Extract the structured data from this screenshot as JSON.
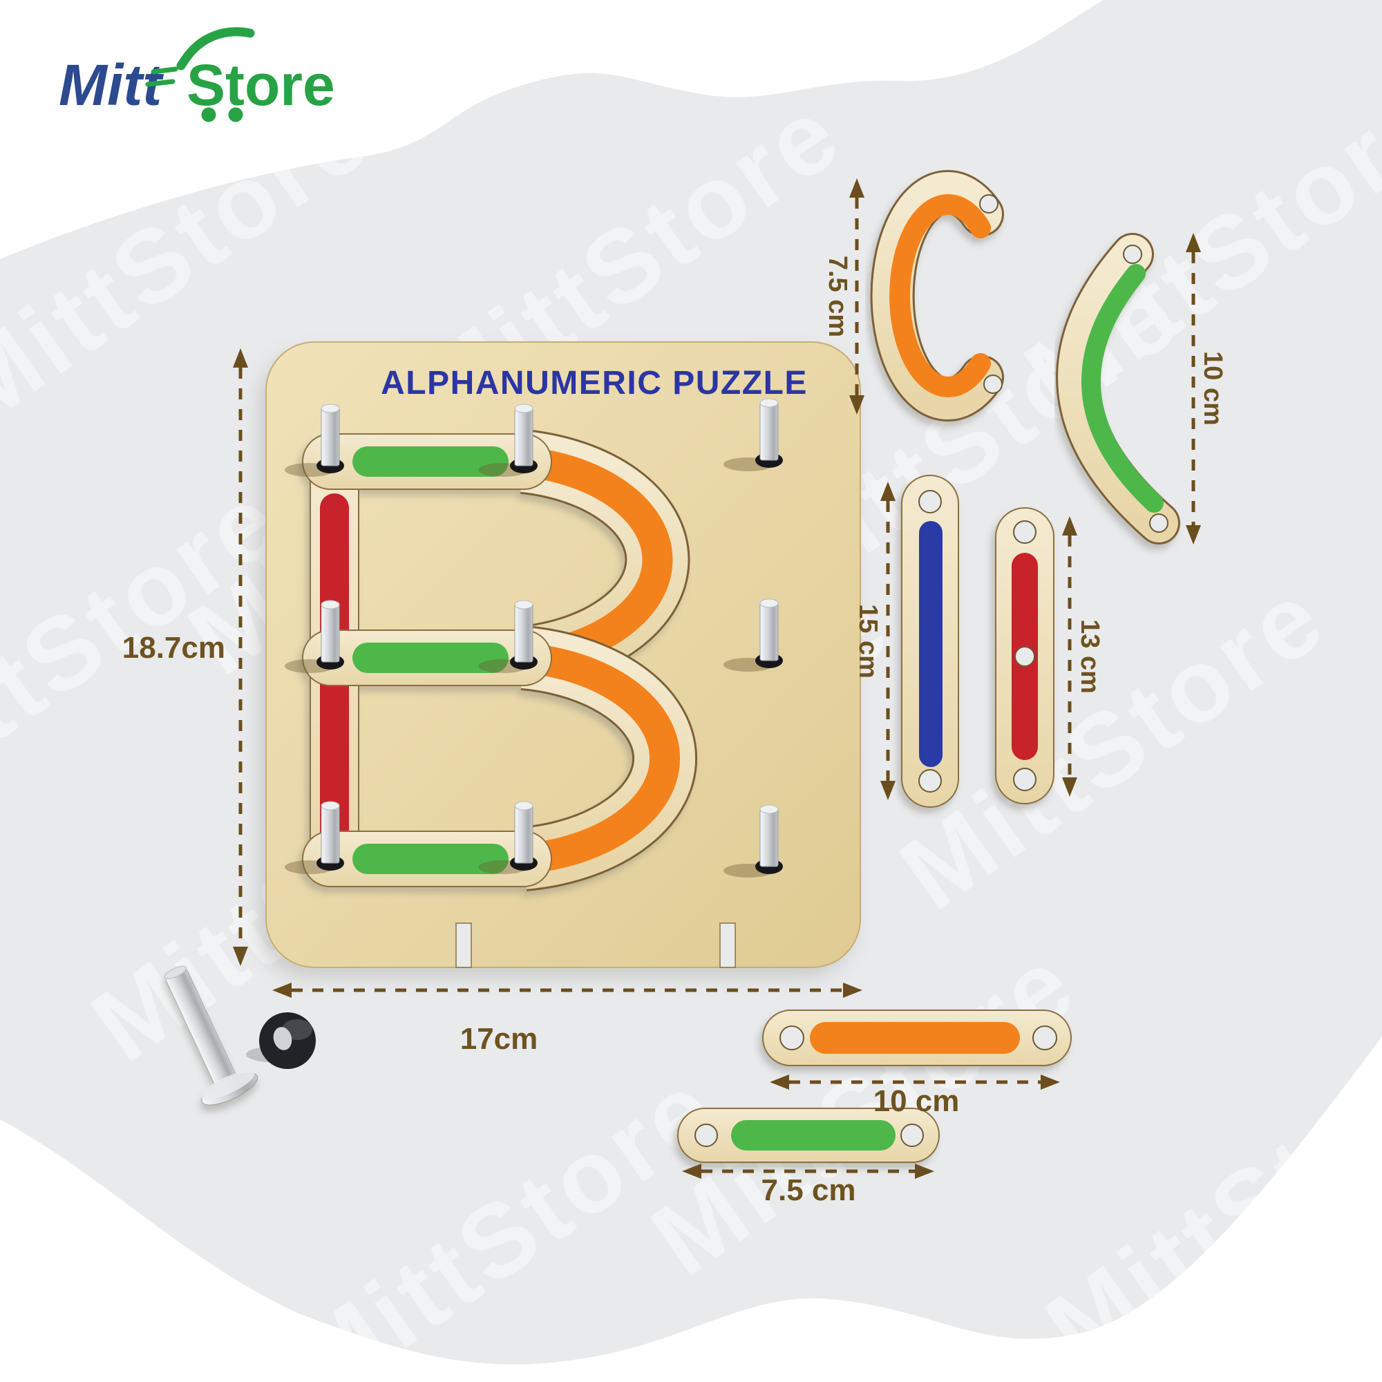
{
  "page": {
    "background_color": "#e9eaec"
  },
  "brand": {
    "name_part1": "Mitt",
    "name_part2": "Store",
    "cart_icon": "shopping-cart-icon",
    "color_primary": "#2b4a8f",
    "color_secondary": "#27a345"
  },
  "watermark": {
    "text": "MittStore"
  },
  "board": {
    "title": "ALPHANUMERIC PUZZLE",
    "title_color": "#2b35a5",
    "letter_shown": "B",
    "wood_color": "#e9d8ab"
  },
  "dimensions": {
    "board_height": "18.7cm",
    "board_width": "17cm",
    "orange_arc": "7.5 cm",
    "green_arc": "10 cm",
    "blue_stick": "15 cm",
    "red_stick": "13 cm",
    "orange_stick": "10 cm",
    "green_stick": "7.5 cm",
    "line_color": "#6b4e1e",
    "text_color": "#6e5320"
  },
  "pieces": {
    "colors": {
      "green": "#4db848",
      "orange": "#f4821f",
      "red": "#c8202a",
      "blue": "#2c3aa5"
    },
    "items": [
      {
        "name": "orange-arc-piece",
        "length": "7.5 cm"
      },
      {
        "name": "green-arc-piece",
        "length": "10 cm"
      },
      {
        "name": "blue-stick-piece",
        "length": "15 cm"
      },
      {
        "name": "red-stick-piece",
        "length": "13 cm"
      },
      {
        "name": "orange-stick-piece",
        "length": "10 cm"
      },
      {
        "name": "green-stick-piece",
        "length": "7.5 cm"
      }
    ]
  },
  "hardware": {
    "pin": "metal-pin",
    "washer": "black-washer"
  }
}
